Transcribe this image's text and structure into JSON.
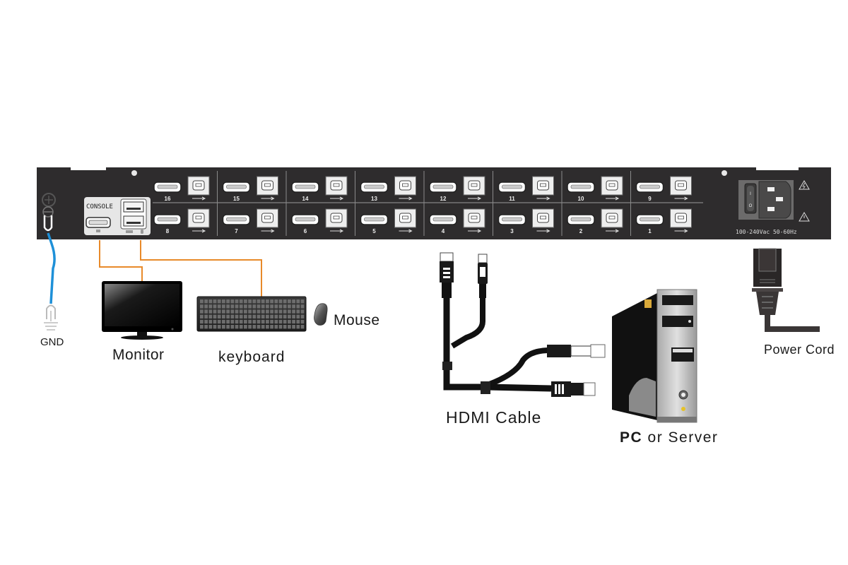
{
  "diagram": {
    "title": "KVM Switch Rear Panel Connection Diagram",
    "kvm_panel": {
      "console_label": "CONSOLE",
      "ports_top_row": [
        "16",
        "15",
        "14",
        "13",
        "12",
        "11",
        "10",
        "9"
      ],
      "ports_bottom_row": [
        "8",
        "7",
        "6",
        "5",
        "4",
        "3",
        "2",
        "1"
      ],
      "power_rating": "100-240Vac 50-60Hz",
      "switch_on": "I",
      "switch_off": "O"
    },
    "labels": {
      "gnd": "GND",
      "monitor": "Monitor",
      "keyboard": "keyboard",
      "mouse": "Mouse",
      "hdmi_cable": "HDMI Cable",
      "pc_bold": "PC",
      "pc_rest": " or  Server",
      "power_cord": "Power Cord"
    },
    "colors": {
      "panel": "#2e2c2d",
      "console_box": "#e6e6e6",
      "ground_wire": "#1e90d8",
      "connection_line": "#e88a2a"
    }
  }
}
